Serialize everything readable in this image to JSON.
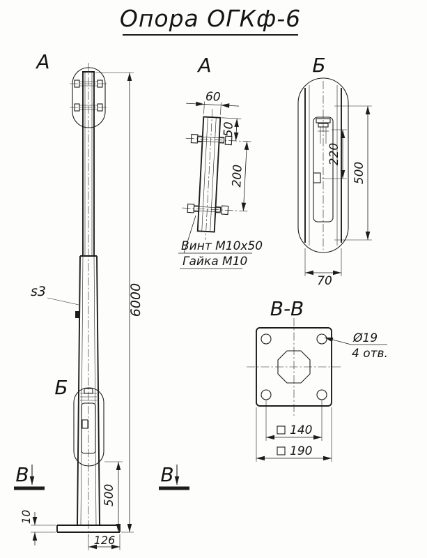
{
  "title": "Опора ОГКф-6",
  "front": {
    "label_a": "А",
    "label_b": "Б",
    "label_v_left": "В",
    "label_v_right": "В",
    "wall": "s3",
    "dim_height": "6000",
    "dim_hatch": "500",
    "dim_base_thk": "10",
    "dim_base": "126"
  },
  "detailA": {
    "label": "А",
    "dim_width": "60",
    "dim_top": "50",
    "dim_span": "200",
    "note_bolt": "Винт М10х50",
    "note_nut": "Гайка М10"
  },
  "detailB": {
    "label": "Б",
    "dim_inner": "220",
    "dim_outer": "500",
    "dim_width": "70"
  },
  "sectionVV": {
    "label": "В-В",
    "hole_dia": "Ø19",
    "hole_count": "4 отв.",
    "dim_inner_square": "140",
    "dim_outer_square": "190"
  }
}
